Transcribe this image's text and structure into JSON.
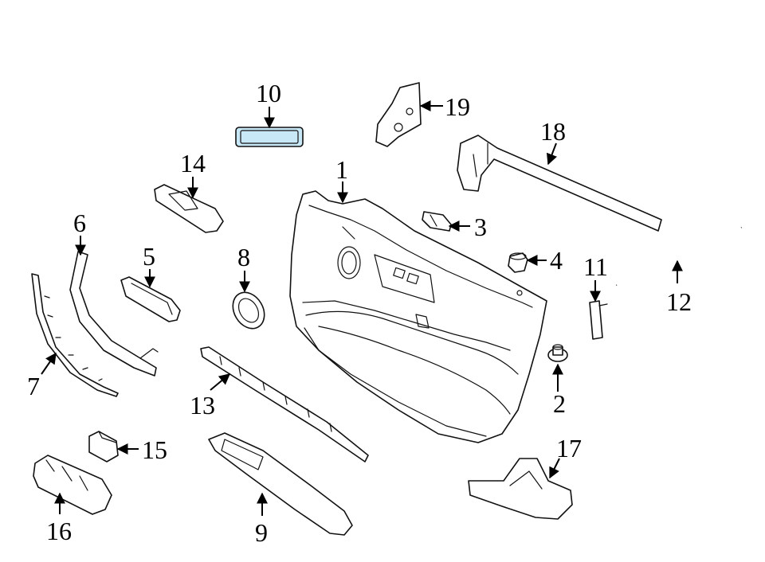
{
  "diagram": {
    "highlight_color": "#c9e8f7",
    "line_color": "#111111",
    "callouts": [
      {
        "label": "1"
      },
      {
        "label": "2"
      },
      {
        "label": "3"
      },
      {
        "label": "4"
      },
      {
        "label": "5"
      },
      {
        "label": "6"
      },
      {
        "label": "7"
      },
      {
        "label": "8"
      },
      {
        "label": "9"
      },
      {
        "label": "10"
      },
      {
        "label": "11"
      },
      {
        "label": "12"
      },
      {
        "label": "13"
      },
      {
        "label": "14"
      },
      {
        "label": "15"
      },
      {
        "label": "16"
      },
      {
        "label": "17"
      },
      {
        "label": "18"
      },
      {
        "label": "19"
      }
    ],
    "highlighted_part": "10"
  }
}
